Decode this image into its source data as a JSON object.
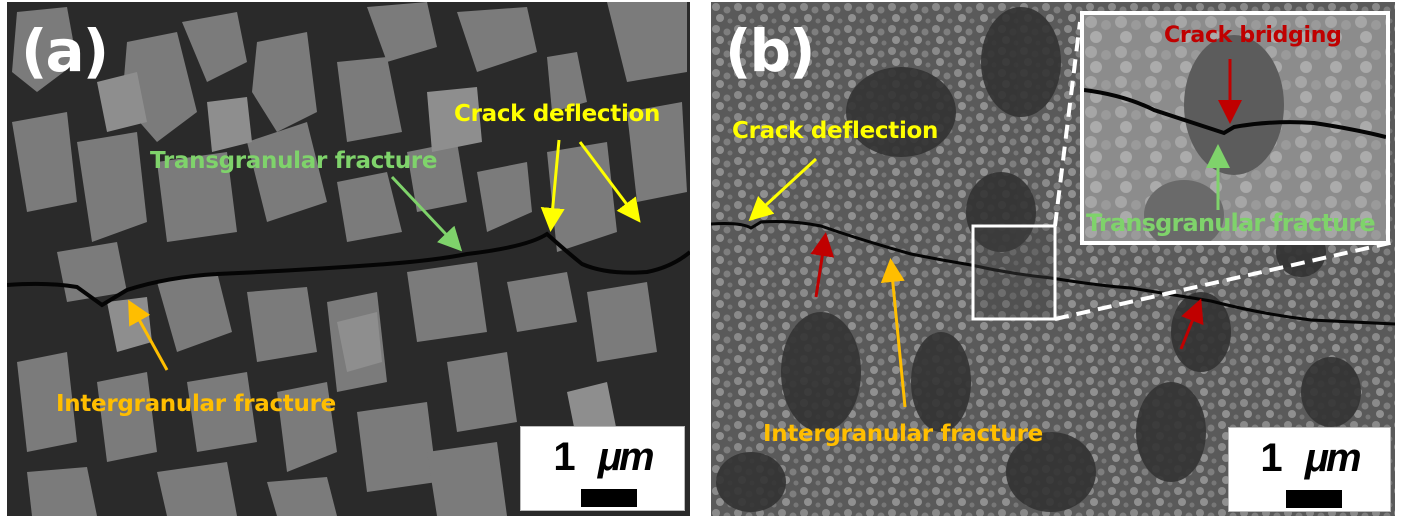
{
  "figure": {
    "panels": [
      {
        "id": "a",
        "label": "(a)",
        "annotations": {
          "crack_deflection": "Crack deflection",
          "transgranular": "Transgranular fracture",
          "intergranular": "Intergranular fracture"
        },
        "scale_bar": {
          "value": "1",
          "unit": "μm"
        }
      },
      {
        "id": "b",
        "label": "(b)",
        "annotations": {
          "crack_deflection": "Crack deflection",
          "intergranular": "Intergranular fracture",
          "inset_crack_bridging": "Crack bridging",
          "inset_transgranular": "Transgranular fracture"
        },
        "scale_bar": {
          "value": "1",
          "unit": "μm"
        }
      }
    ],
    "colors": {
      "crack_deflection": "#ffff00",
      "transgranular": "#7fd36b",
      "intergranular": "#ffbe00",
      "crack_bridging": "#c00000",
      "panel_label": "#ffffff"
    }
  }
}
